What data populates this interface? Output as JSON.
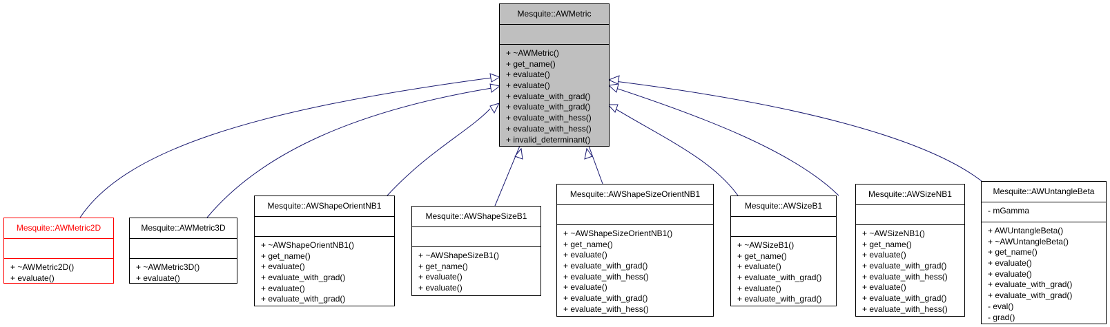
{
  "classes": [
    {
      "id": "awmetric",
      "name": "Mesquite::AWMetric",
      "attributes": [],
      "operations": [
        "+ ~AWMetric()",
        "+ get_name()",
        "+ evaluate()",
        "+ evaluate()",
        "+ evaluate_with_grad()",
        "+ evaluate_with_grad()",
        "+ evaluate_with_hess()",
        "+ evaluate_with_hess()",
        "+ invalid_determinant()"
      ]
    },
    {
      "id": "awmetric2d",
      "name": "Mesquite::AWMetric2D",
      "attributes": [],
      "operations": [
        "+ ~AWMetric2D()",
        "+ evaluate()"
      ]
    },
    {
      "id": "awmetric3d",
      "name": "Mesquite::AWMetric3D",
      "attributes": [],
      "operations": [
        "+ ~AWMetric3D()",
        "+ evaluate()"
      ]
    },
    {
      "id": "awshapeorientnb1",
      "name": "Mesquite::AWShapeOrientNB1",
      "attributes": [],
      "operations": [
        "+ ~AWShapeOrientNB1()",
        "+ get_name()",
        "+ evaluate()",
        "+ evaluate_with_grad()",
        "+ evaluate()",
        "+ evaluate_with_grad()"
      ]
    },
    {
      "id": "awshapesizeb1",
      "name": "Mesquite::AWShapeSizeB1",
      "attributes": [],
      "operations": [
        "+ ~AWShapeSizeB1()",
        "+ get_name()",
        "+ evaluate()",
        "+ evaluate()"
      ]
    },
    {
      "id": "awshapesizeorientnb1",
      "name": "Mesquite::AWShapeSizeOrientNB1",
      "attributes": [],
      "operations": [
        "+ ~AWShapeSizeOrientNB1()",
        "+ get_name()",
        "+ evaluate()",
        "+ evaluate_with_grad()",
        "+ evaluate_with_hess()",
        "+ evaluate()",
        "+ evaluate_with_grad()",
        "+ evaluate_with_hess()"
      ]
    },
    {
      "id": "awsizeb1",
      "name": "Mesquite::AWSizeB1",
      "attributes": [],
      "operations": [
        "+ ~AWSizeB1()",
        "+ get_name()",
        "+ evaluate()",
        "+ evaluate_with_grad()",
        "+ evaluate()",
        "+ evaluate_with_grad()"
      ]
    },
    {
      "id": "awsizenb1",
      "name": "Mesquite::AWSizeNB1",
      "attributes": [],
      "operations": [
        "+ ~AWSizeNB1()",
        "+ get_name()",
        "+ evaluate()",
        "+ evaluate_with_grad()",
        "+ evaluate_with_hess()",
        "+ evaluate()",
        "+ evaluate_with_grad()",
        "+ evaluate_with_hess()"
      ]
    },
    {
      "id": "awuntanglebeta",
      "name": "Mesquite::AWUntangleBeta",
      "attributes": [
        "- mGamma"
      ],
      "operations": [
        "+ AWUntangleBeta()",
        "+ ~AWUntangleBeta()",
        "+ get_name()",
        "+ evaluate()",
        "+ evaluate()",
        "+ evaluate_with_grad()",
        "+ evaluate_with_grad()",
        "- eval()",
        "- grad()"
      ]
    }
  ],
  "relations": {
    "type": "inheritance",
    "base": "awmetric",
    "derived": [
      "awmetric2d",
      "awmetric3d",
      "awshapeorientnb1",
      "awshapesizeb1",
      "awshapesizeorientnb1",
      "awsizeb1",
      "awsizenb1",
      "awuntanglebeta"
    ]
  },
  "colors": {
    "base_fill": "#bfbfbf",
    "edge": "#191970",
    "highlight_border": "#ff0000",
    "highlight_text": "#ff0000"
  }
}
